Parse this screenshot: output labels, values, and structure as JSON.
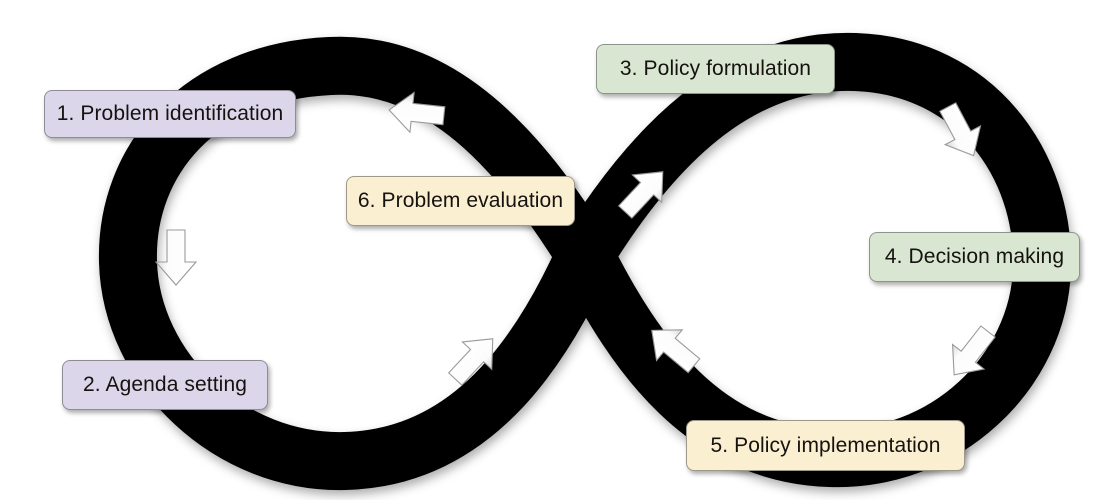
{
  "diagram": {
    "title": "Policy cycle infinity loop",
    "shape": "infinity-loop",
    "band_color": "#000000",
    "background_color": "#ffffff",
    "stages": [
      {
        "number": "1",
        "label": "1. Problem identification",
        "color": "#DCD6EA",
        "color_name": "lavender"
      },
      {
        "number": "2",
        "label": "2. Agenda setting",
        "color": "#DCD6EA",
        "color_name": "lavender"
      },
      {
        "number": "3",
        "label": "3. Policy formulation",
        "color": "#D9E7D2",
        "color_name": "green"
      },
      {
        "number": "4",
        "label": "4. Decision making",
        "color": "#D9E7D2",
        "color_name": "green"
      },
      {
        "number": "5",
        "label": "5. Policy implementation",
        "color": "#FAEFD0",
        "color_name": "cream"
      },
      {
        "number": "6",
        "label": "6. Problem evaluation",
        "color": "#FAEFD0",
        "color_name": "cream"
      }
    ],
    "arrows": [
      {
        "name": "arrow-top-left",
        "direction": "left",
        "color": "#ffffff"
      },
      {
        "name": "arrow-left-side",
        "direction": "down",
        "color": "#ffffff"
      },
      {
        "name": "arrow-bottom-left",
        "direction": "up-right",
        "color": "#ffffff"
      },
      {
        "name": "arrow-center-left",
        "direction": "up-right",
        "color": "#ffffff"
      },
      {
        "name": "arrow-top-right",
        "direction": "down-right",
        "color": "#ffffff"
      },
      {
        "name": "arrow-bottom-right",
        "direction": "down-left",
        "color": "#ffffff"
      },
      {
        "name": "arrow-center-bottom",
        "direction": "up-left",
        "color": "#ffffff"
      }
    ]
  }
}
